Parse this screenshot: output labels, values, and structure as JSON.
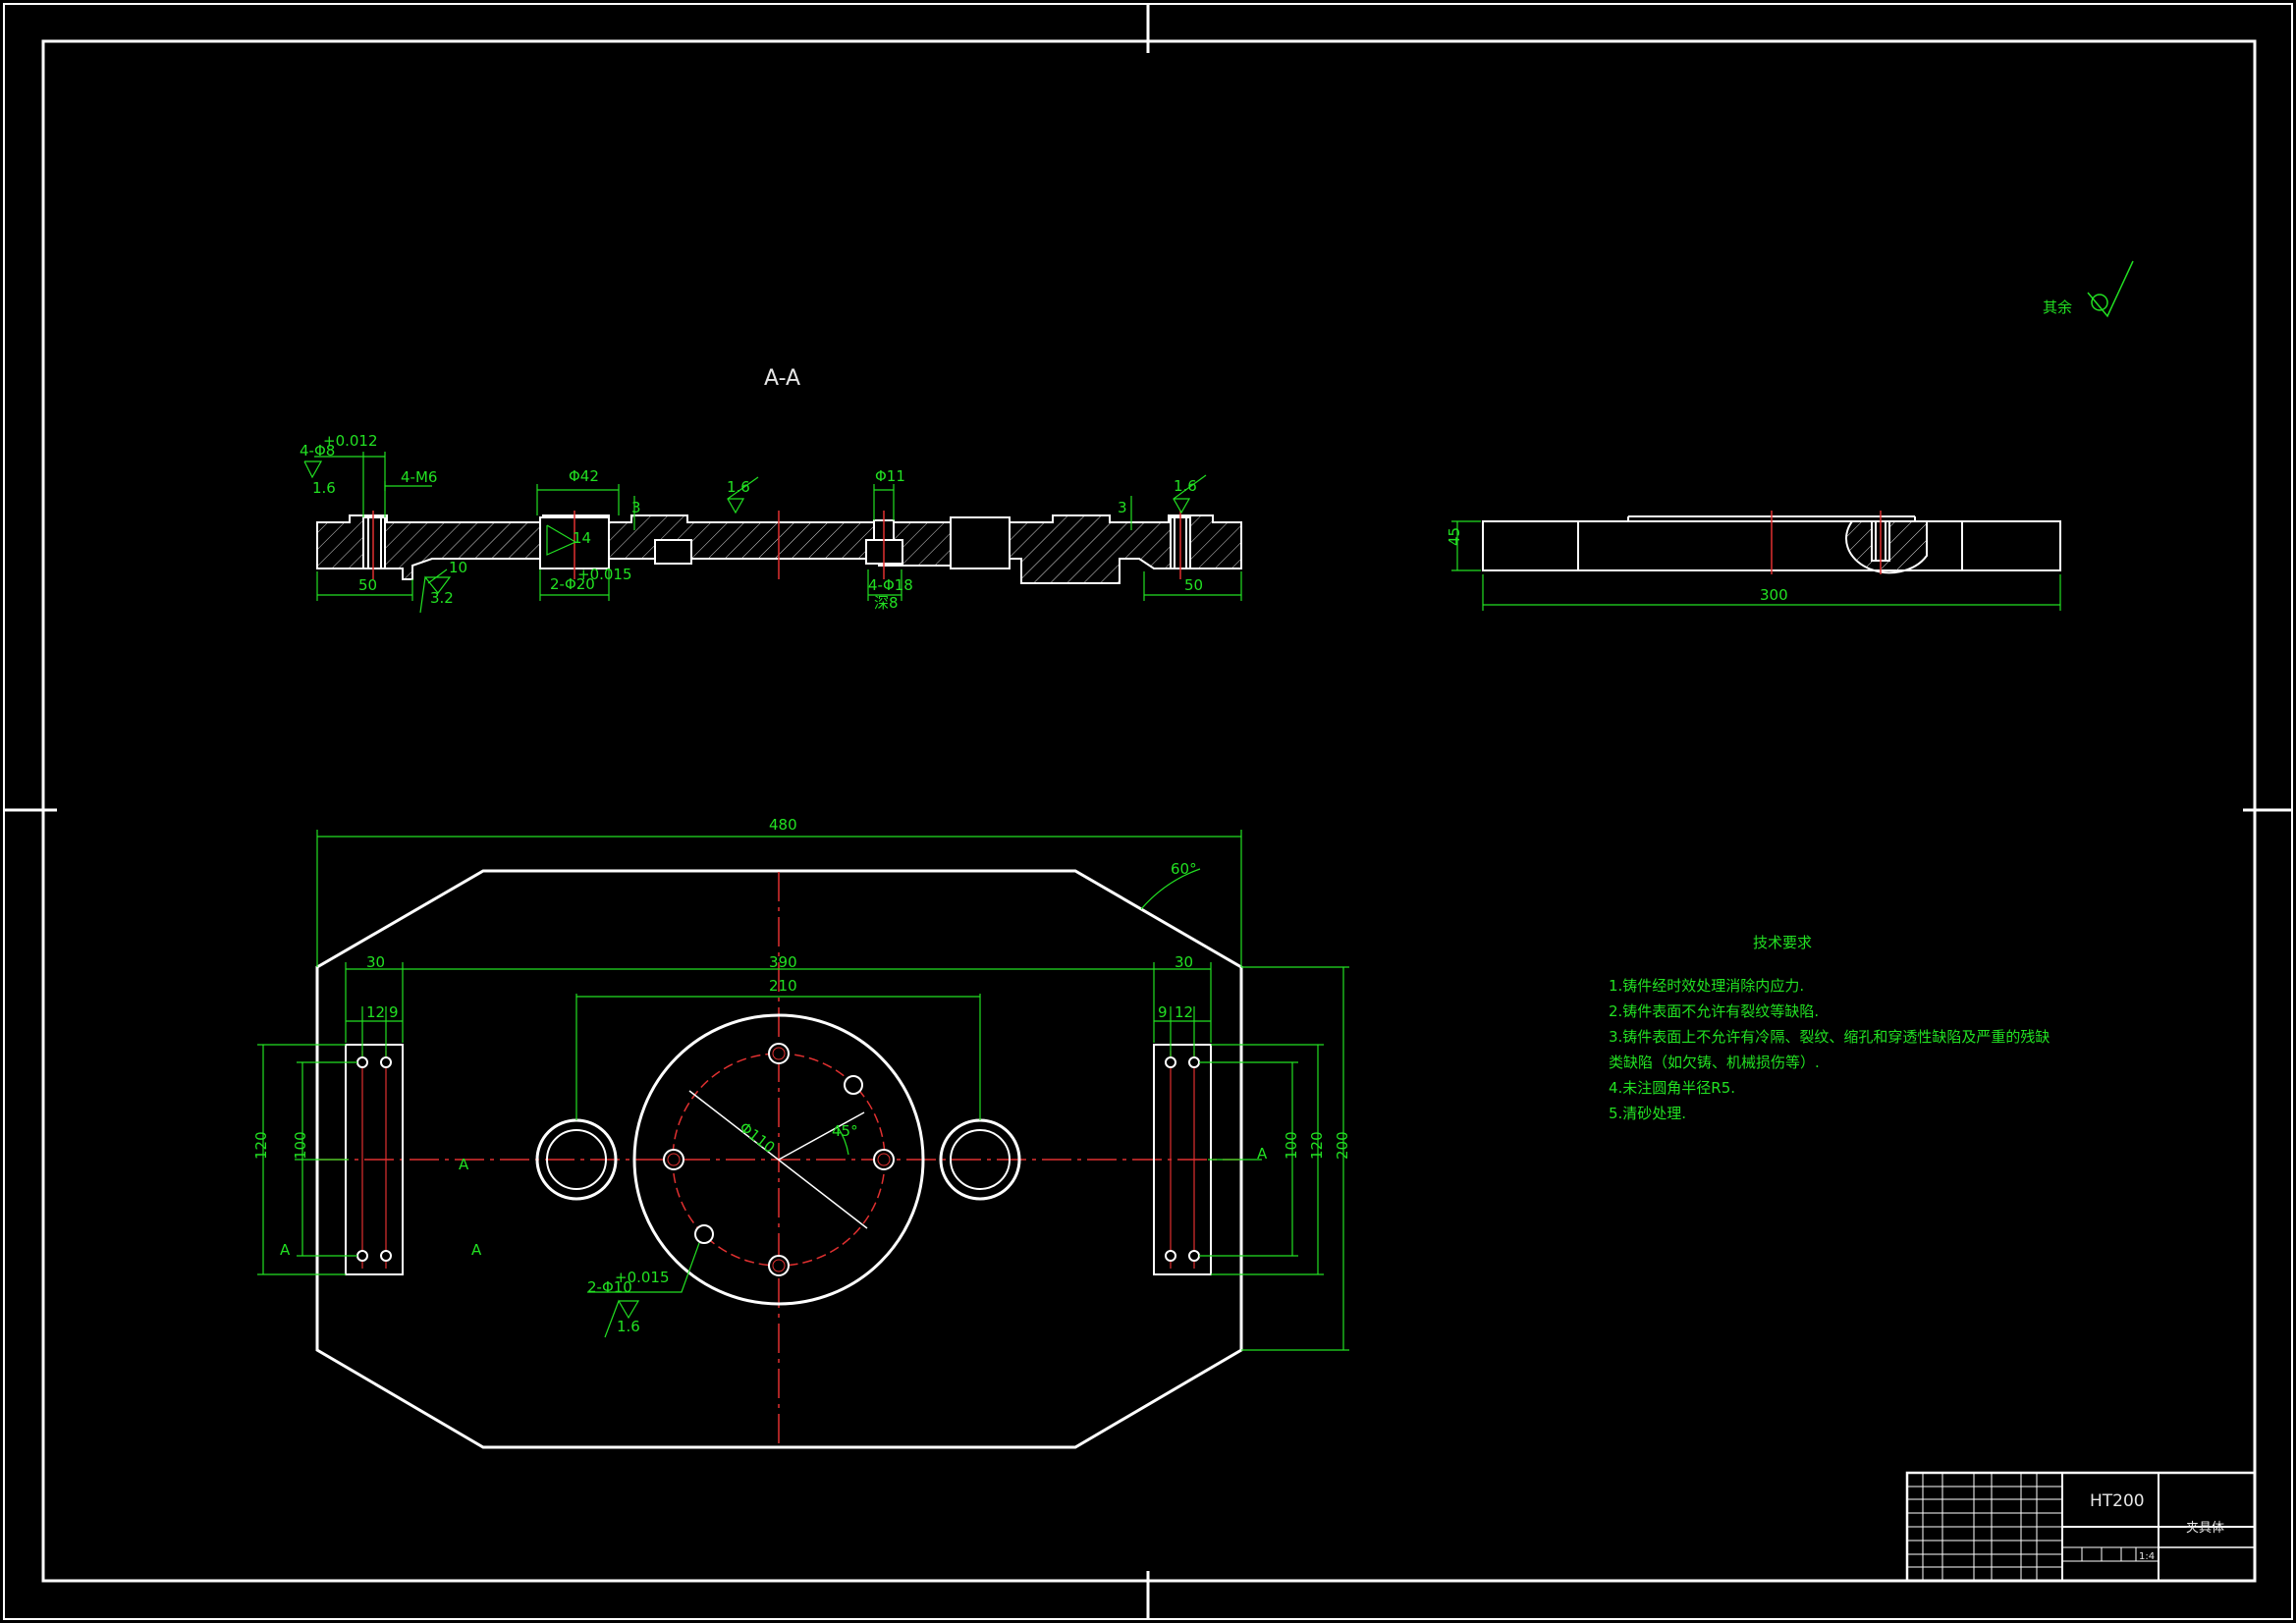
{
  "section_label": "A-A",
  "surface_note": "其余",
  "material": "HT200",
  "part_name": "夹具体",
  "scale": "1:4",
  "tech_requirements": {
    "title": "技术要求",
    "items": [
      "1.铸件经时效处理消除内应力.",
      "2.铸件表面不允许有裂纹等缺陷.",
      "3.铸件表面上不允许有冷隔、裂纹、缩孔和穿透性缺陷及严重的残缺",
      "类缺陷（如欠铸、机械损伤等）.",
      "4.未注圆角半径R5.",
      "5.清砂处理."
    ]
  },
  "dims": {
    "top_hole_spec": "4-Φ8",
    "top_hole_tol": "+0.012",
    "m6": "4-M6",
    "d42": "Φ42",
    "d11": "Φ11",
    "left_50": "50",
    "right_50": "50",
    "pin_spec": "2-Φ20",
    "pin_tol": "+0.015",
    "cb18": "4-Φ18",
    "cb_note": "深8",
    "depth_3a": "3",
    "depth_3b": "3",
    "depth_10": "10",
    "depth_14": "14",
    "ra_16": "1.6",
    "ra_32": "3.2",
    "side_h": "45",
    "side_w": "300",
    "w480": "480",
    "a60": "60°",
    "d390": "390",
    "d210": "210",
    "d30l": "30",
    "d30r": "30",
    "d12l": "12",
    "d9l": "9",
    "d9r": "9",
    "d12r": "12",
    "h120l": "120",
    "h100l": "100",
    "h100r": "100",
    "h120r": "120",
    "h200": "200",
    "phi110": "Φ110",
    "a45": "45°",
    "pin10_spec": "2-Φ10",
    "pin10_tol": "+0.015",
    "cut_a": "A"
  }
}
